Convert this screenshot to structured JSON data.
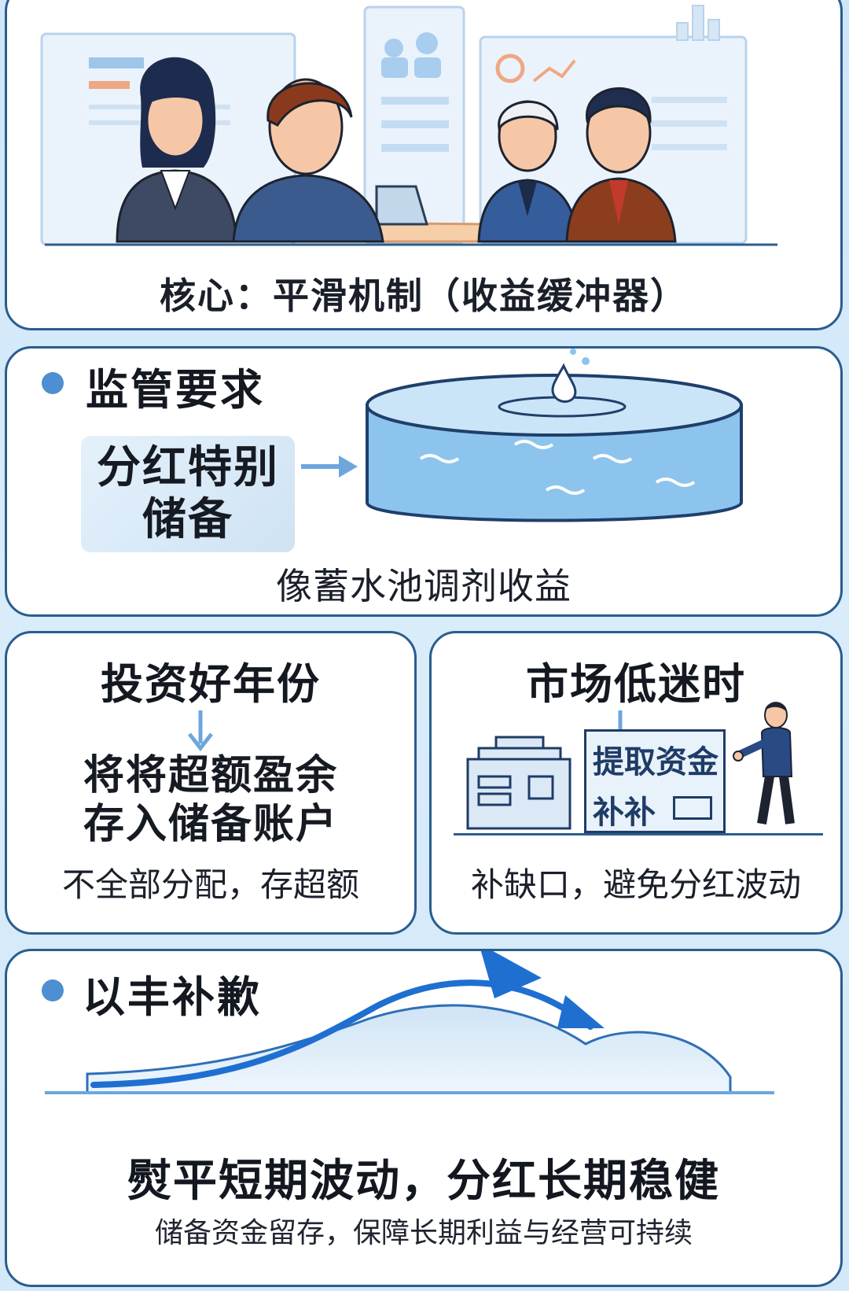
{
  "header": {
    "caption": "核心：平滑机制（收益缓冲器）"
  },
  "regulation": {
    "title": "监管要求",
    "reserve_label": "分红特别储备",
    "pool_caption": "像蓄水池调剂收益"
  },
  "good_years": {
    "title": "投资好年份",
    "body_line1": "将将超额盈余",
    "body_line2": "存入储备账户",
    "footer": "不全部分配，存超额"
  },
  "bad_market": {
    "title": "市场低迷时",
    "sign_line1": "提取资金",
    "sign_line2": "补补",
    "footer": "补缺口，避免分红波动"
  },
  "smoothing": {
    "title": "以丰补歉",
    "caption": "熨平短期波动，分红长期稳健",
    "subcaption": "储备资金留存，保障长期利益与经营可持续"
  },
  "colors": {
    "accent_blue": "#4d8fd1",
    "border_navy": "#2a5d8e",
    "water_blue": "#8cc4ee",
    "arrow_blue": "#1f6fd1"
  }
}
